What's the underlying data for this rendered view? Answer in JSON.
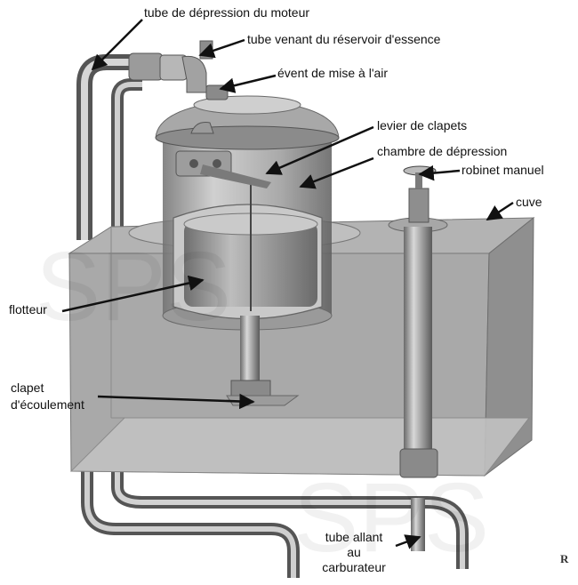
{
  "labels": {
    "tube_depression_moteur": "tube de dépression du moteur",
    "tube_reservoir": "tube venant du réservoir d'essence",
    "event": "évent de mise à l'air",
    "levier": "levier de clapets",
    "chambre": "chambre de dépression",
    "robinet": "robinet manuel",
    "cuve": "cuve",
    "flotteur": "flotteur",
    "clapet_line1": "clapet",
    "clapet_line2": "d'écoulement",
    "carbu_line1": "tube allant",
    "carbu_line2": "au",
    "carbu_line3": "carburateur"
  },
  "watermark": "SPS",
  "signature": "R"
}
